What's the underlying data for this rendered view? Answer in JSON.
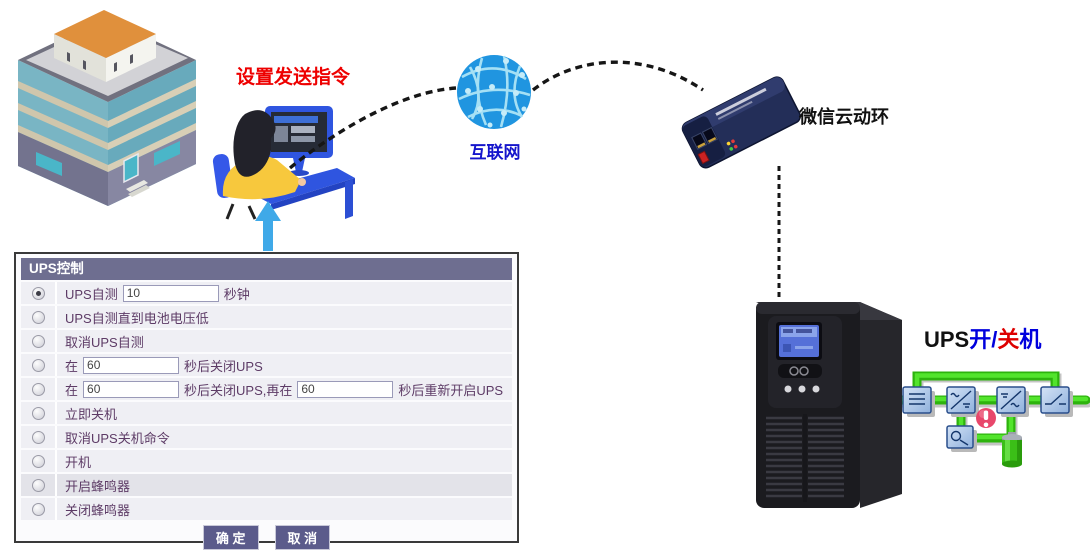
{
  "colors": {
    "accent_red": "#ee0000",
    "internet_blue": "#1515cc",
    "ups_on_blue": "#0000dd",
    "ups_off_red": "#dd0000",
    "panel_header_bg": "#6e6e90",
    "panel_row_bg": "#efeff4",
    "panel_row_alt_bg": "#e3e3e9",
    "panel_text": "#5d3b66",
    "button_bg": "#5b5b8b",
    "pipe_green": "#3fd61e",
    "globe_blue": "#2095e0",
    "arrow_blue": "#3fa9e8"
  },
  "icons": {
    "building": "office-building-illustration",
    "operator": "operator-at-computer-illustration",
    "internet": "internet-globe-icon",
    "gateway": "network-gateway-device",
    "ups": "ups-tower-device",
    "alert": "alert-exclamation-icon",
    "battery": "battery-icon",
    "up_arrow": "up-arrow-icon"
  },
  "labels": {
    "send_command": "设置发送指令",
    "internet": "互联网",
    "gateway": "微信云动环",
    "ups_switch": {
      "prefix": "UPS",
      "on": "开",
      "slash": "/",
      "off": "关",
      "suffix": "机"
    }
  },
  "control_panel": {
    "title": "UPS控制",
    "rows": {
      "self_test": {
        "selected": true,
        "label": "UPS自测",
        "value": "10",
        "suffix": "秒钟"
      },
      "self_test_until_low": {
        "label": "UPS自测直到电池电压低"
      },
      "cancel_self_test": {
        "label": "取消UPS自测"
      },
      "shutdown_after": {
        "prefix": "在",
        "value": "60",
        "suffix": "秒后关闭UPS"
      },
      "shutdown_restart": {
        "prefix": "在",
        "value1": "60",
        "mid": "秒后关闭UPS,再在",
        "value2": "60",
        "suffix": "秒后重新开启UPS"
      },
      "shutdown_now": {
        "label": "立即关机"
      },
      "cancel_shutdown": {
        "label": "取消UPS关机命令"
      },
      "power_on": {
        "label": "开机"
      },
      "buzzer_on": {
        "label": "开启蜂鸣器"
      },
      "buzzer_off": {
        "label": "关闭蜂鸣器"
      }
    },
    "ok_button": "确 定",
    "cancel_button": "取 消"
  }
}
